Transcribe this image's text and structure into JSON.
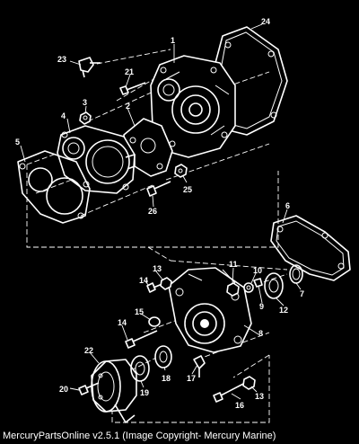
{
  "footer": {
    "copyright": "MercuryPartsOnline v2.5.1 (Image Copyright- Mercury Marine)"
  },
  "callouts": [
    "1",
    "2",
    "3",
    "4",
    "5",
    "6",
    "7",
    "8",
    "9",
    "10",
    "11",
    "12",
    "13",
    "14",
    "15",
    "16",
    "17",
    "18",
    "19",
    "20",
    "21",
    "22",
    "23",
    "24",
    "25",
    "26"
  ],
  "callouts_repeat": {
    "c13b": "13",
    "c14b": "14"
  }
}
